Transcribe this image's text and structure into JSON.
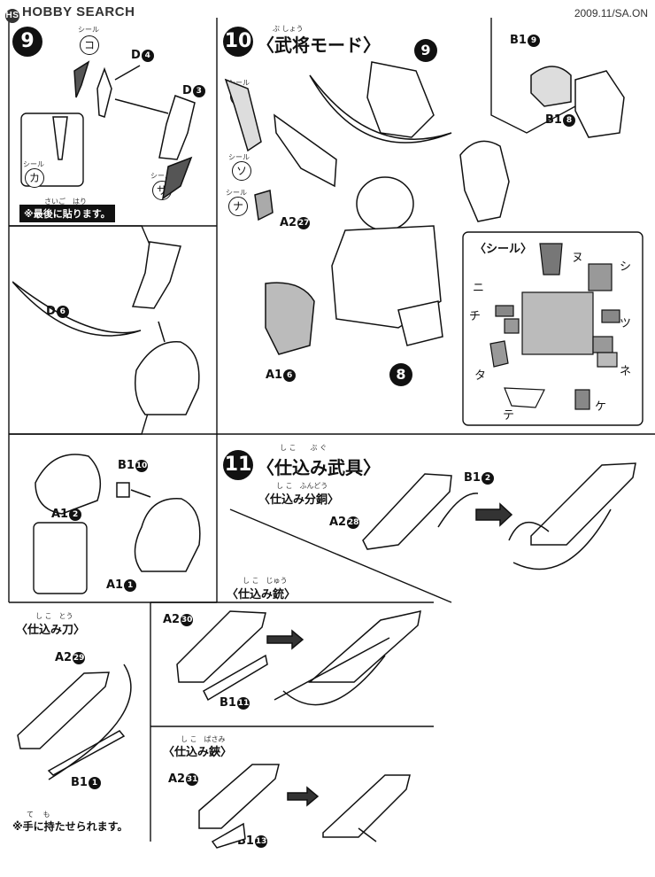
{
  "header": {
    "logo_text": "HOBBY SEARCH",
    "logo_mark": "HS",
    "date_text": "2009.11/SA.ON"
  },
  "step9": {
    "number": "9",
    "parts": {
      "d4": "D",
      "d4n": "4",
      "d3": "D",
      "d3n": "3",
      "d6": "D",
      "d6n": "6",
      "b1": "B1",
      "b1n": "10",
      "a1a": "A1",
      "a1an": "2",
      "a1b": "A1",
      "a1bn": "1"
    },
    "seals": {
      "ko_ruby": "シール",
      "ko": "コ",
      "ka_ruby": "シール",
      "ka": "カ",
      "sa_ruby": "シール",
      "sa": "サ"
    },
    "note": "※最後に貼ります。",
    "note_ruby": "さいご　はり"
  },
  "step10": {
    "number": "10",
    "title": "〈武将モード〉",
    "title_ruby": "ぶ しょう",
    "parts": {
      "top_num": "9",
      "b1a": "B1",
      "b1an": "9",
      "b1b": "B1",
      "b1bn": "8",
      "a2": "A2",
      "a2n": "27",
      "a1": "A1",
      "a1n": "6",
      "bottom_num": "8"
    },
    "seals": {
      "to_ruby": "シール",
      "to": "ト",
      "so_ruby": "シール",
      "so": "ソ",
      "na_ruby": "シール",
      "na": "ナ"
    },
    "seal_box": {
      "title": "〈シール〉",
      "labels": [
        "ヌ",
        "シ",
        "ニ",
        "チ",
        "ツ",
        "ネ",
        "タ",
        "テ",
        "ケ"
      ]
    }
  },
  "step11": {
    "number": "11",
    "title": "〈仕込み武具〉",
    "title_ruby": "し こ　　ぶ ぐ",
    "bundou": {
      "title": "〈仕込み分銅〉",
      "ruby": "し こ　ふんどう",
      "a2": "A2",
      "a2n": "28",
      "b1": "B1",
      "b1n": "2"
    },
    "juu": {
      "title": "〈仕込み銃〉",
      "ruby": "し こ　じゅう",
      "a2": "A2",
      "a2n": "30",
      "b1": "B1",
      "b1n": "11"
    },
    "katana": {
      "title": "〈仕込み刀〉",
      "ruby": "し こ　とう",
      "a2": "A2",
      "a2n": "29",
      "b1": "B1",
      "b1n": "1",
      "note": "※手に持たせられます。",
      "note_ruby": "て　 も"
    },
    "hasami": {
      "title": "〈仕込み鋏〉",
      "ruby": "し こ　ばさみ",
      "a2": "A2",
      "a2n": "31",
      "b1": "B1",
      "b1n": "13"
    }
  }
}
